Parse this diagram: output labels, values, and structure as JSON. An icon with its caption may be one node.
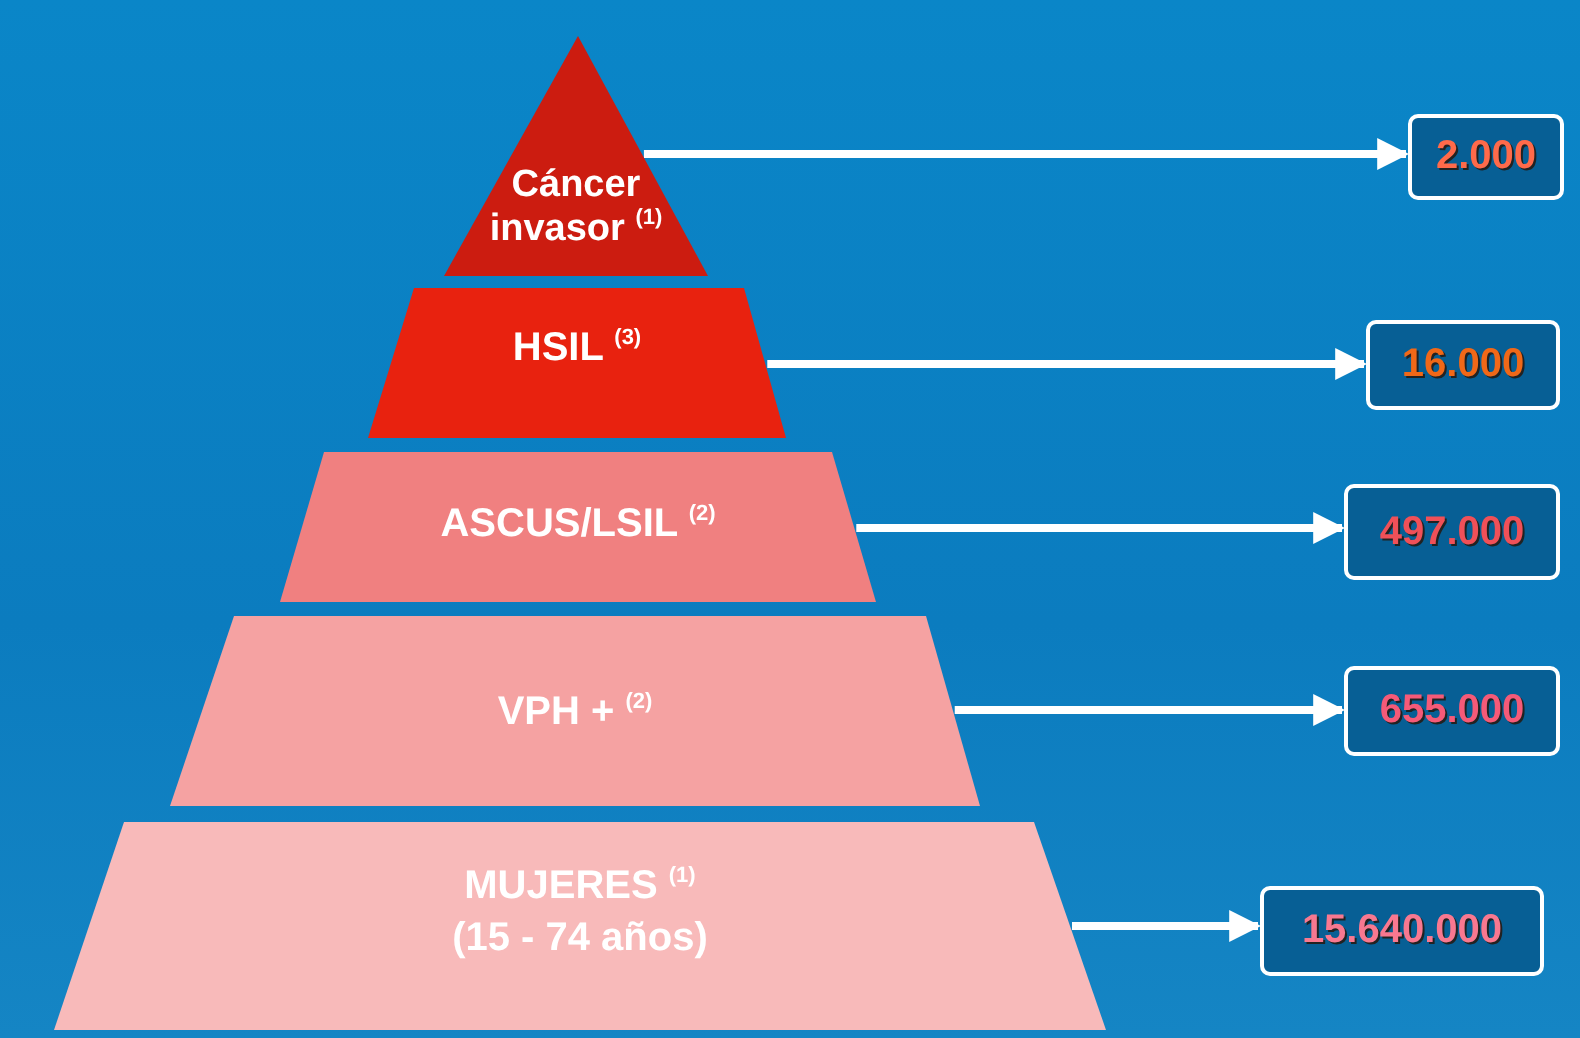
{
  "diagram": {
    "nodes": [
      {
        "text": [
          "Cáncer invasor $^{(1)}$"
        ]
      },
      {
        "text": [
          "HSIL $^{(3)}$"
        ]
      },
      {
        "text": [
          "ASCUS/LSIL $^{(2)}$"
        ]
      },
      {
        "text": [
          "VPH + $^{(2)}$"
        ]
      },
      {
        "text": [
          "MUJERES $^{(1)}$",
          "(15 - 74 años)"
        ]
      },
      {
        "text": [
          "2.000"
        ]
      },
      {
        "text": [
          "16.000"
        ]
      },
      {
        "text": [
          "497.000"
        ]
      },
      {
        "text": [
          "655.000"
        ]
      },
      {
        "text": [
          "15.640.000"
        ]
      }
    ],
    "edges": [
      {
        "from": 0,
        "to": 5,
        "arrow": "to"
      },
      {
        "from": 1,
        "to": 6,
        "arrow": "to"
      },
      {
        "from": 2,
        "to": 7,
        "arrow": "to"
      },
      {
        "from": 3,
        "to": 8,
        "arrow": "to"
      },
      {
        "from": 4,
        "to": 9,
        "arrow": "to"
      }
    ]
  }
}
